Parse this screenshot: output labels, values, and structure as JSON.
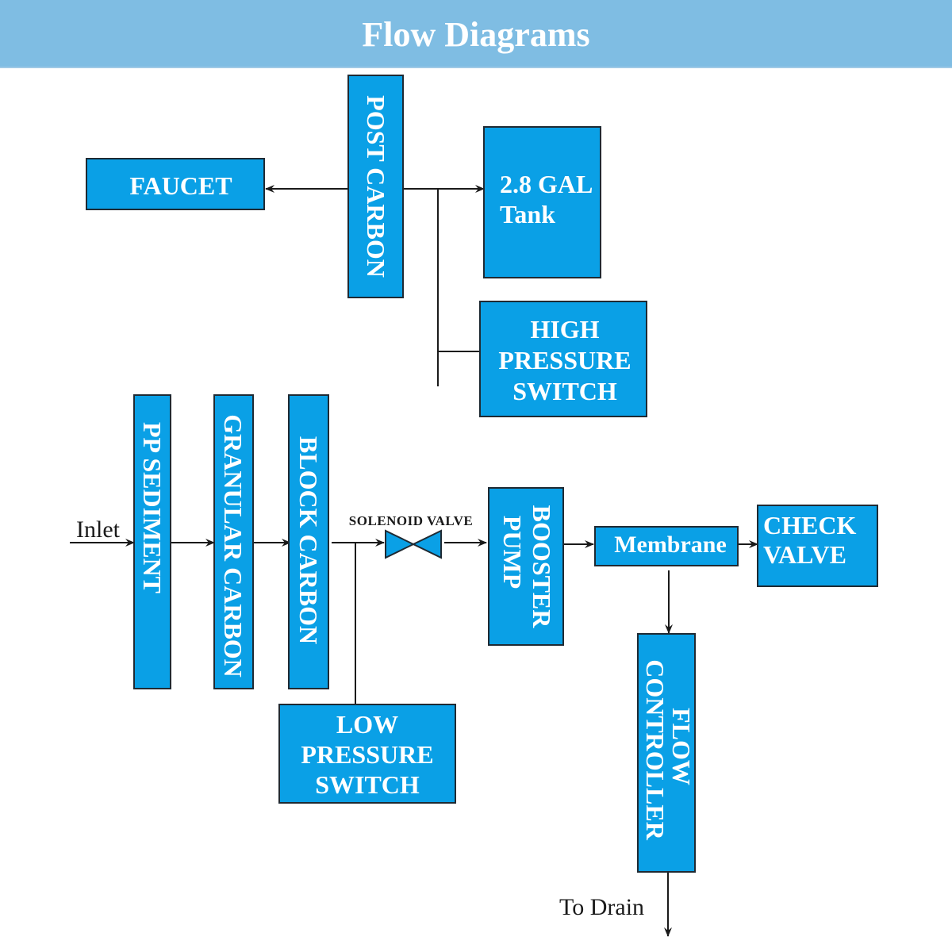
{
  "header": {
    "title": "Flow Diagrams"
  },
  "colors": {
    "header_bg": "#7fbde3",
    "box_fill": "#0aa0e6",
    "box_text": "#ffffff",
    "line": "#1a1a1a"
  },
  "nodes": {
    "faucet": {
      "label": "FAUCET"
    },
    "post_carbon": {
      "label": "POST CARBON"
    },
    "tank": {
      "line1": "2.8 GAL",
      "line2": "Tank"
    },
    "high_pressure_switch": {
      "line1": "HIGH",
      "line2": "PRESSURE",
      "line3": "SWITCH"
    },
    "pp_sediment": {
      "label": "PP SEDIMENT"
    },
    "granular_carbon": {
      "label": "GRANULAR CARBON"
    },
    "block_carbon": {
      "label": "BLOCK CARBON"
    },
    "solenoid_valve": {
      "label": "SOLENOID VALVE"
    },
    "booster_pump": {
      "line1": "BOOSTER",
      "line2": "PUMP"
    },
    "membrane": {
      "label": "Membrane"
    },
    "check_valve": {
      "line1": "CHECK",
      "line2": "VALVE"
    },
    "low_pressure_switch": {
      "line1": "LOW",
      "line2": "PRESSURE",
      "line3": "SWITCH"
    },
    "flow_controller": {
      "line1": "FLOW",
      "line2": "CONTROLLER"
    }
  },
  "labels": {
    "inlet": "Inlet",
    "to_drain": "To Drain"
  },
  "edges": [
    {
      "from": "inlet",
      "to": "pp_sediment"
    },
    {
      "from": "pp_sediment",
      "to": "granular_carbon"
    },
    {
      "from": "granular_carbon",
      "to": "block_carbon"
    },
    {
      "from": "block_carbon",
      "to": "solenoid_valve"
    },
    {
      "from": "block_carbon",
      "to": "low_pressure_switch"
    },
    {
      "from": "solenoid_valve",
      "to": "booster_pump"
    },
    {
      "from": "booster_pump",
      "to": "membrane"
    },
    {
      "from": "membrane",
      "to": "check_valve"
    },
    {
      "from": "membrane",
      "to": "flow_controller"
    },
    {
      "from": "flow_controller",
      "to": "to_drain"
    },
    {
      "from": "post_carbon",
      "to": "faucet"
    },
    {
      "from": "post_carbon",
      "to": "tank"
    },
    {
      "from": "post_carbon",
      "to": "high_pressure_switch"
    }
  ]
}
